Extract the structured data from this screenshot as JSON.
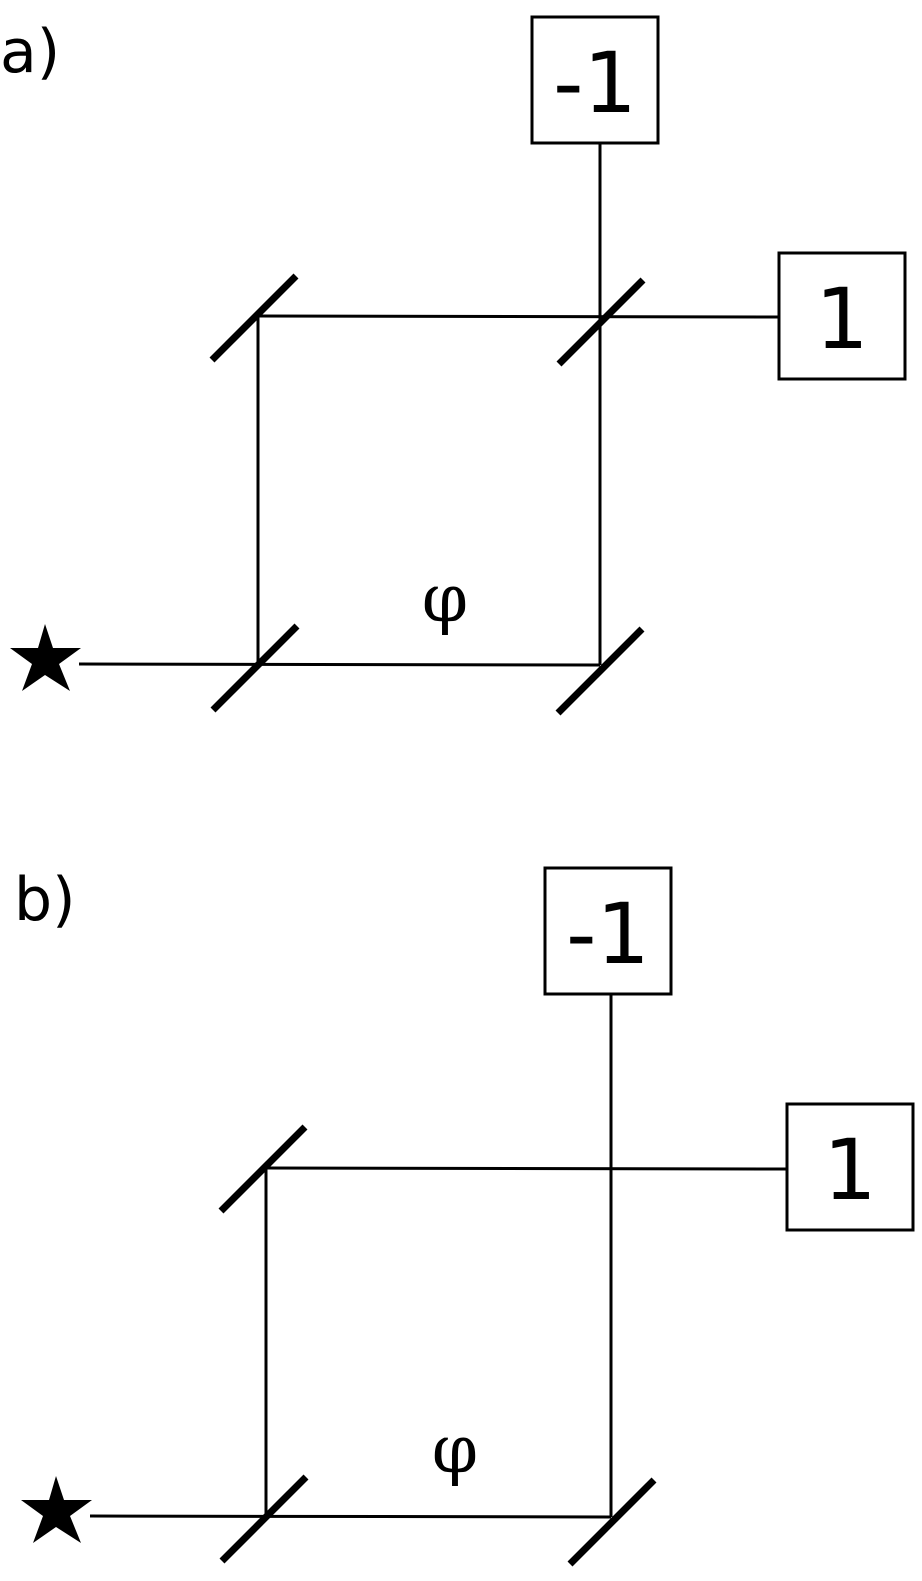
{
  "panels": [
    {
      "label": "a)",
      "phase_symbol": "φ",
      "detector_top_label": "-1",
      "detector_right_label": "1",
      "source": "star-icon",
      "has_second_beamsplitter": true
    },
    {
      "label": "b)",
      "phase_symbol": "φ",
      "detector_top_label": "-1",
      "detector_right_label": "1",
      "source": "star-icon",
      "has_second_beamsplitter": false
    }
  ]
}
